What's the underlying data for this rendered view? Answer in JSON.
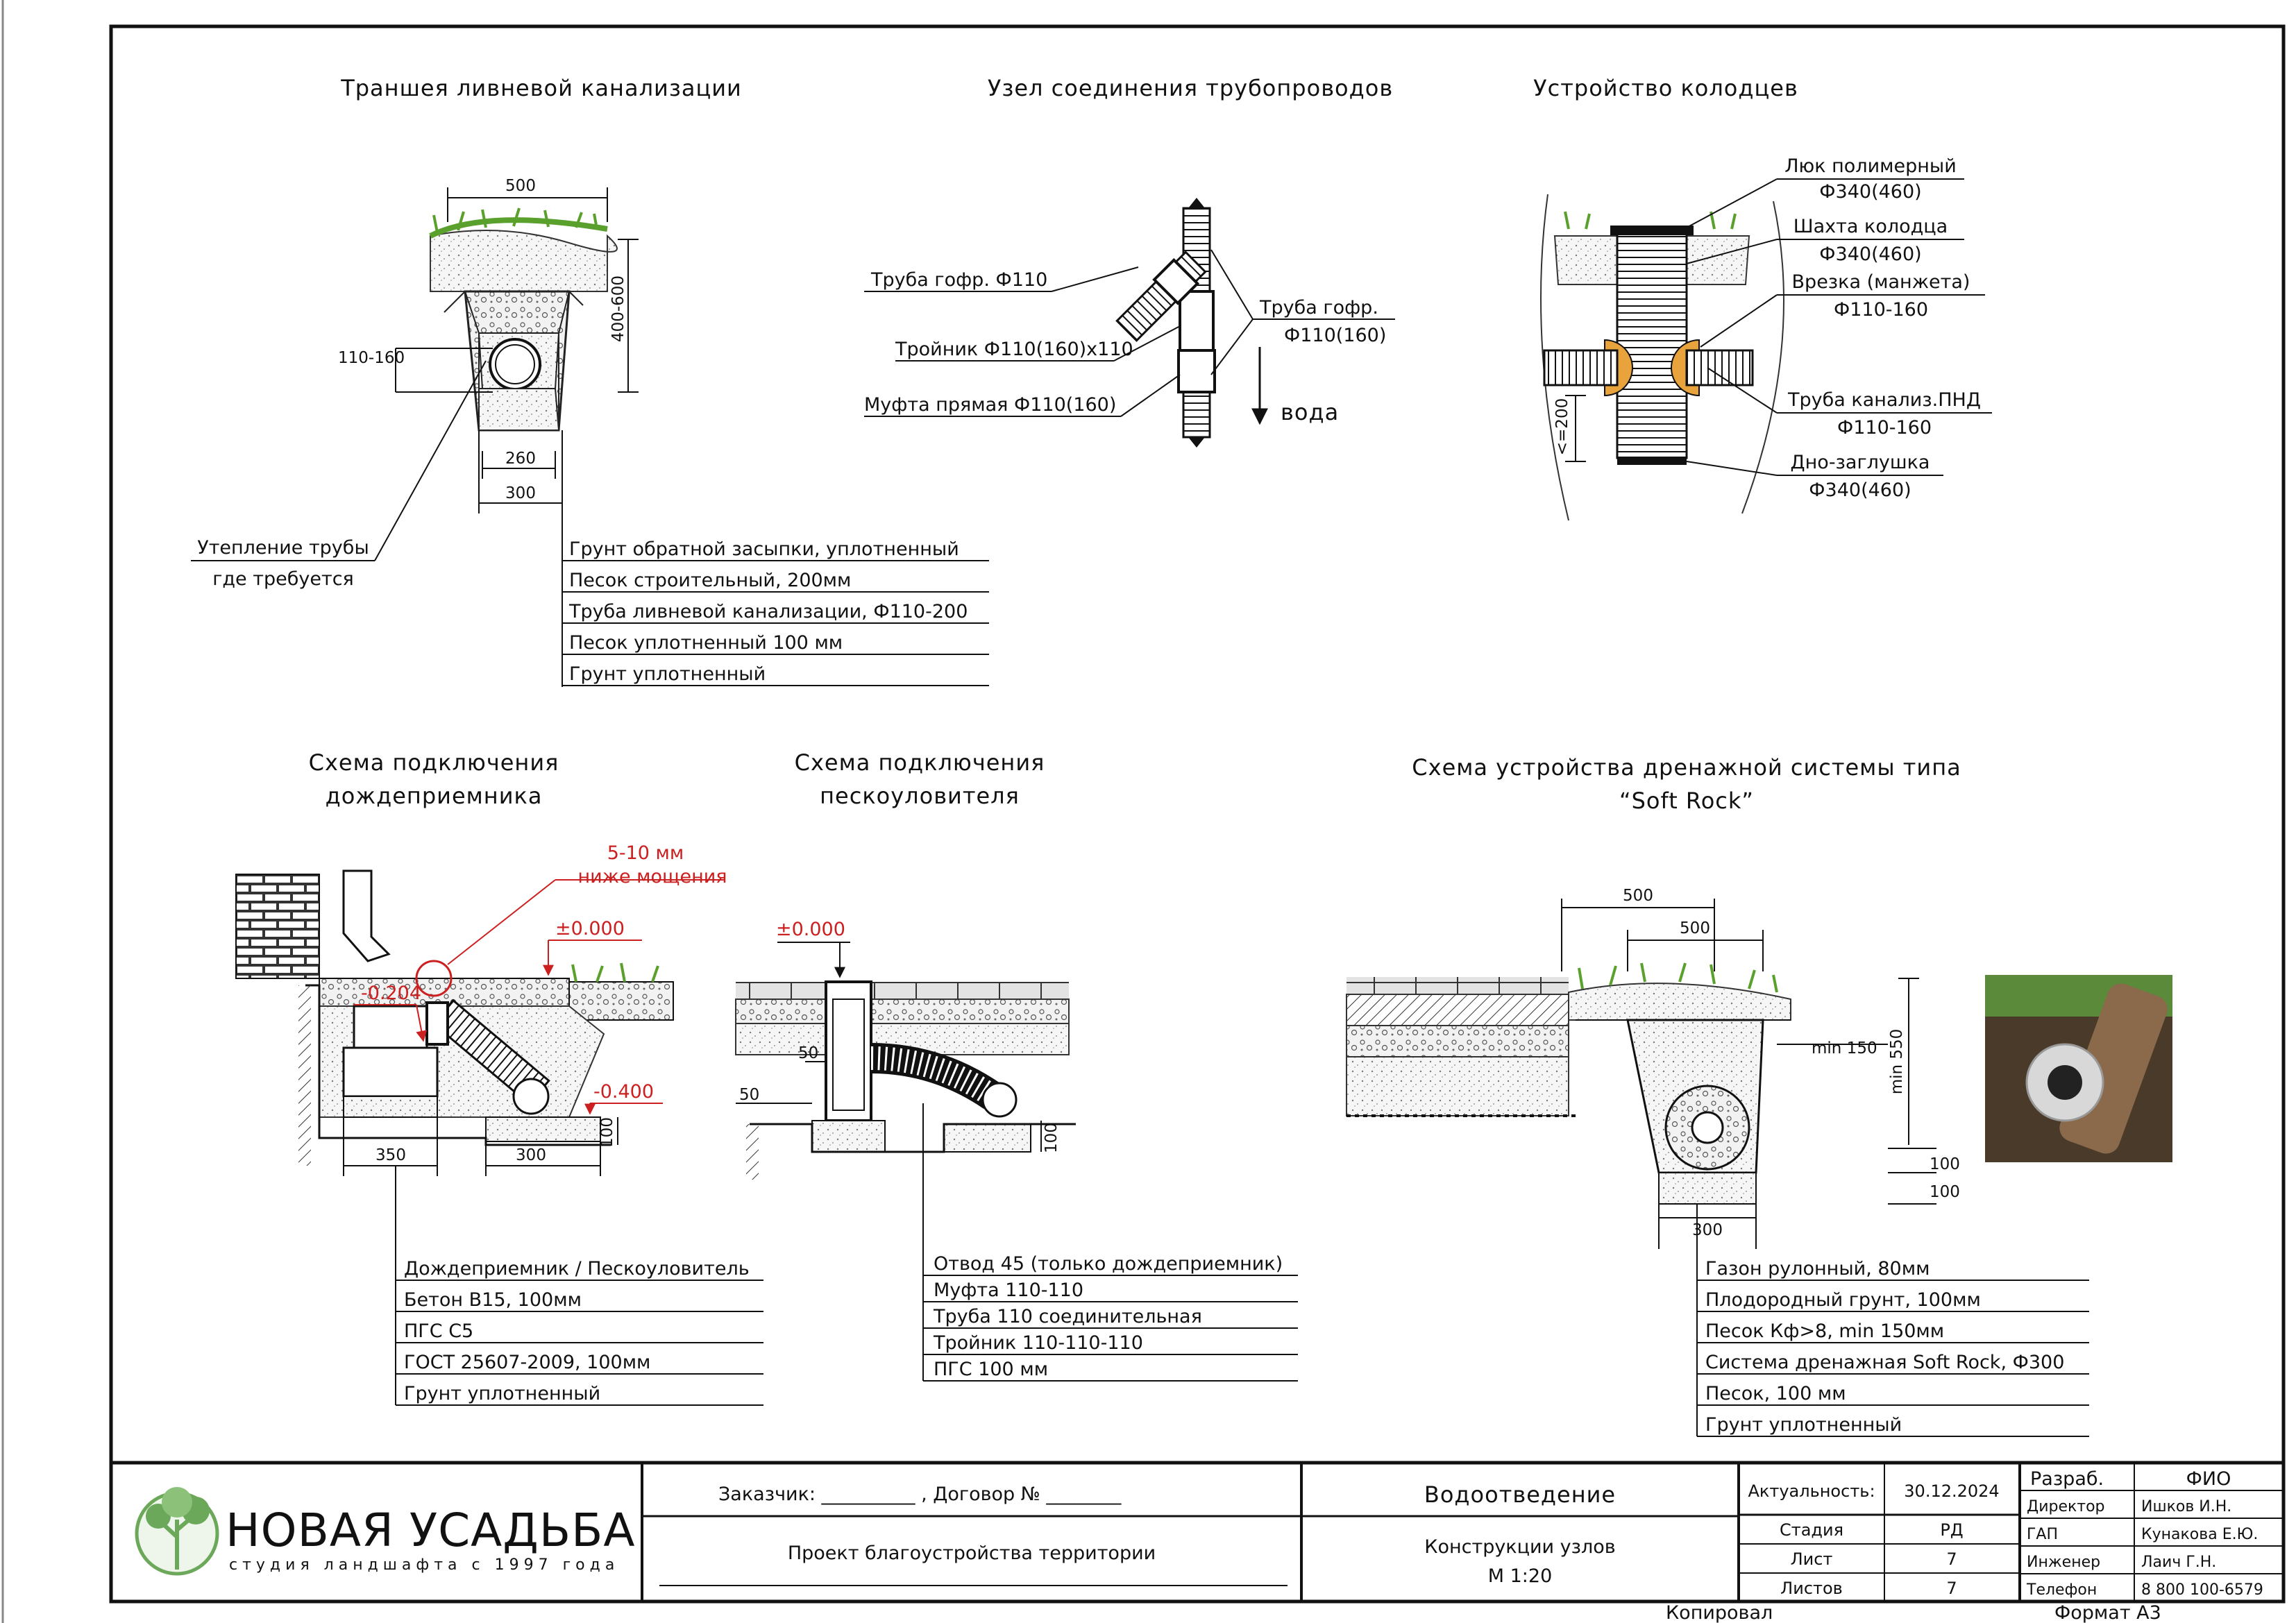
{
  "sections": {
    "trench": {
      "title": "Траншея ливневой канализации",
      "dims": [
        "500",
        "400-600",
        "110-160",
        "260",
        "300"
      ],
      "insulation_note": [
        "Утепление трубы",
        "где требуется"
      ],
      "layers": [
        "Грунт обратной засыпки, уплотненный",
        "Песок строительный, 200мм",
        "Труба ливневой канализации, Ф110-200",
        "Песок уплотненный 100 мм",
        "Грунт уплотненный"
      ]
    },
    "junction": {
      "title": "Узел соединения трубопроводов",
      "labels": [
        "Труба гофр. Ф110",
        "Тройник Ф110(160)х110",
        "Муфта прямая Ф110(160)"
      ],
      "right_label": [
        "Труба гофр.",
        "Ф110(160)"
      ],
      "flow_label": "вода"
    },
    "well": {
      "title": "Устройство колодцев",
      "labels": [
        [
          "Люк полимерный",
          "Ф340(460)"
        ],
        [
          "Шахта колодца",
          "Ф340(460)"
        ],
        [
          "Врезка (манжета)",
          "Ф110-160"
        ],
        [
          "Труба канализ.ПНД",
          "Ф110-160"
        ],
        [
          "Дно-заглушка",
          "Ф340(460)"
        ]
      ],
      "dim": "<=200"
    },
    "rain_inlet": {
      "title": [
        "Схема подключения",
        "дождеприемника"
      ],
      "red_note": [
        "5-10 мм",
        "ниже мощения"
      ],
      "marks": [
        "±0.000",
        "-0.204",
        "-0.400"
      ],
      "dims": [
        "350",
        "300",
        "100"
      ],
      "layers": [
        "Дождеприемник / Пескоуловитель",
        "Бетон В15, 100мм",
        "ПГС С5",
        "ГОСТ 25607-2009, 100мм",
        "Грунт уплотненный"
      ]
    },
    "sand_trap": {
      "title": [
        "Схема подключения",
        "пескоуловителя"
      ],
      "mark": "±0.000",
      "dims": [
        "50",
        "50",
        "100"
      ],
      "layers": [
        "Отвод 45 (только дождеприемник)",
        "Муфта 110-110",
        "Труба 110 соединительная",
        "Тройник 110-110-110",
        "ПГС 100 мм"
      ]
    },
    "soft_rock": {
      "title": [
        "Схема устройства дренажной системы типа",
        "“Soft Rock”"
      ],
      "dims": [
        "500",
        "500",
        "min 150",
        "min 550",
        "100",
        "100",
        "300"
      ],
      "layers": [
        "Газон рулонный, 80мм",
        "Плодородный грунт, 100мм",
        "Песок Кф>8, min 150мм",
        "Система дренажная Soft Rock, Ф300",
        "Песок, 100 мм",
        "Грунт уплотненный"
      ]
    }
  },
  "title_block": {
    "logo_name": "НОВАЯ УСАДЬБА",
    "logo_sub": "студия ландшафта с 1997 года",
    "customer": "Заказчик: __________ , Договор № ________",
    "project": "Проект благоустройства территории",
    "section": "Водоотведение",
    "drawing": [
      "Конструкции узлов",
      "М 1:20"
    ],
    "actuality_label": "Актуальность:",
    "actuality_date": "30.12.2024",
    "rows": [
      {
        "k": "Стадия",
        "v": "РД"
      },
      {
        "k": "Лист",
        "v": "7"
      },
      {
        "k": "Листов",
        "v": "7"
      }
    ],
    "staff_header": [
      "Разраб.",
      "ФИО"
    ],
    "staff": [
      {
        "role": "Директор",
        "name": "Ишков И.Н."
      },
      {
        "role": "ГАП",
        "name": "Кунакова Е.Ю."
      },
      {
        "role": "Инженер",
        "name": "Лаич Г.Н."
      },
      {
        "role": "Телефон",
        "name": "8 800 100-6579"
      }
    ],
    "copied": "Копировал",
    "format": "Формат  А3"
  },
  "colors": {
    "line": "#111111",
    "red": "#cc1f1f",
    "grass": "#5aa02c",
    "sand": "#ececec",
    "orange": "#e8a33c",
    "logo_green": "#6ba85a"
  }
}
